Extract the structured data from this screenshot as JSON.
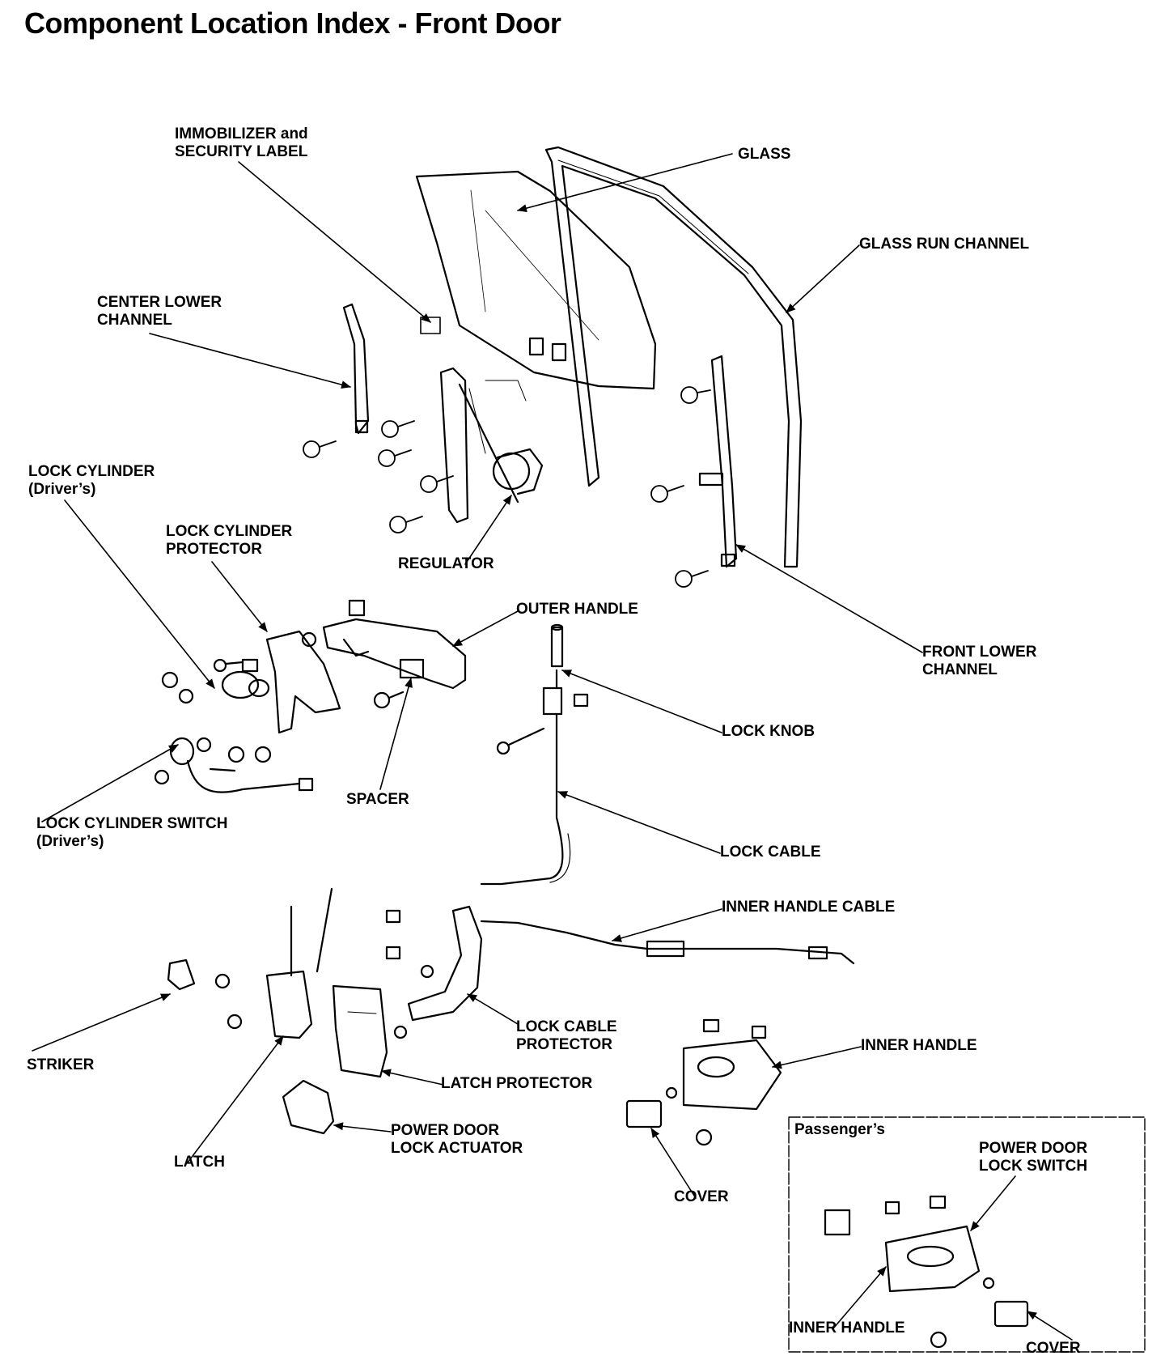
{
  "page": {
    "title": "Component Location Index - Front Door"
  },
  "labels": {
    "immobilizer": {
      "line1": "IMMOBILIZER and",
      "line2": "SECURITY LABEL"
    },
    "glass": "GLASS",
    "glass_run_channel": "GLASS RUN CHANNEL",
    "center_lower_channel": {
      "line1": "CENTER LOWER",
      "line2": "CHANNEL"
    },
    "lock_cylinder": {
      "line1": "LOCK CYLINDER",
      "line2": "(Driver’s)"
    },
    "lock_cylinder_protector": {
      "line1": "LOCK CYLINDER",
      "line2": "PROTECTOR"
    },
    "regulator": "REGULATOR",
    "outer_handle": "OUTER HANDLE",
    "front_lower_channel": {
      "line1": "FRONT LOWER",
      "line2": "CHANNEL"
    },
    "lock_knob": "LOCK KNOB",
    "spacer": "SPACER",
    "lock_cylinder_switch": {
      "line1": "LOCK CYLINDER SWITCH",
      "line2": "(Driver’s)"
    },
    "lock_cable": "LOCK CABLE",
    "inner_handle_cable": "INNER HANDLE CABLE",
    "striker": "STRIKER",
    "lock_cable_protector": {
      "line1": "LOCK CABLE",
      "line2": "PROTECTOR"
    },
    "inner_handle": "INNER HANDLE",
    "latch_protector": "LATCH PROTECTOR",
    "power_door_lock_actuator": {
      "line1": "POWER DOOR",
      "line2": "LOCK ACTUATOR"
    },
    "latch": "LATCH",
    "cover": "COVER"
  },
  "passenger_inset": {
    "title": "Passenger’s",
    "power_door_lock_switch": {
      "line1": "POWER DOOR",
      "line2": "LOCK SWITCH"
    },
    "inner_handle": "INNER HANDLE",
    "cover": "COVER"
  }
}
